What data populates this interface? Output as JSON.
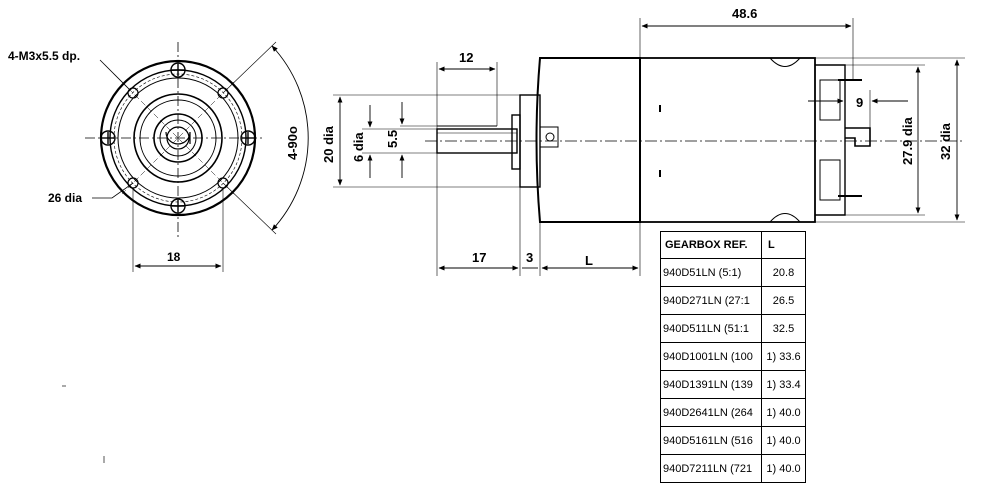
{
  "front_view": {
    "label_holes": "4-M3x5.5 dp.",
    "label_dia": "26 dia",
    "label_width": "18",
    "label_angle": "4-90o"
  },
  "side_view": {
    "label_length_total": "48.6",
    "label_shaft_length": "12",
    "label_20dia": "20 dia",
    "label_6dia": "6 dia",
    "label_flat": "5.5",
    "label_17": "17",
    "label_3": "3",
    "label_L": "L",
    "label_9": "9",
    "label_279dia": "27.9 dia",
    "label_32dia": "32 dia"
  },
  "table": {
    "headers": [
      "GEARBOX REF.",
      "L"
    ],
    "rows": [
      {
        "ref": "940D51LN (5:1)",
        "l": "20.8"
      },
      {
        "ref": "940D271LN (27:1",
        "l": "26.5"
      },
      {
        "ref": "940D511LN (51:1",
        "l": "32.5"
      },
      {
        "ref": "940D1001LN (100",
        "l": "1) 33.6"
      },
      {
        "ref": "940D1391LN (139",
        "l": "1) 33.4"
      },
      {
        "ref": "940D2641LN (264",
        "l": "1) 40.0"
      },
      {
        "ref": "940D5161LN (516",
        "l": "1) 40.0"
      },
      {
        "ref": "940D7211LN (721",
        "l": "1) 40.0"
      }
    ]
  }
}
